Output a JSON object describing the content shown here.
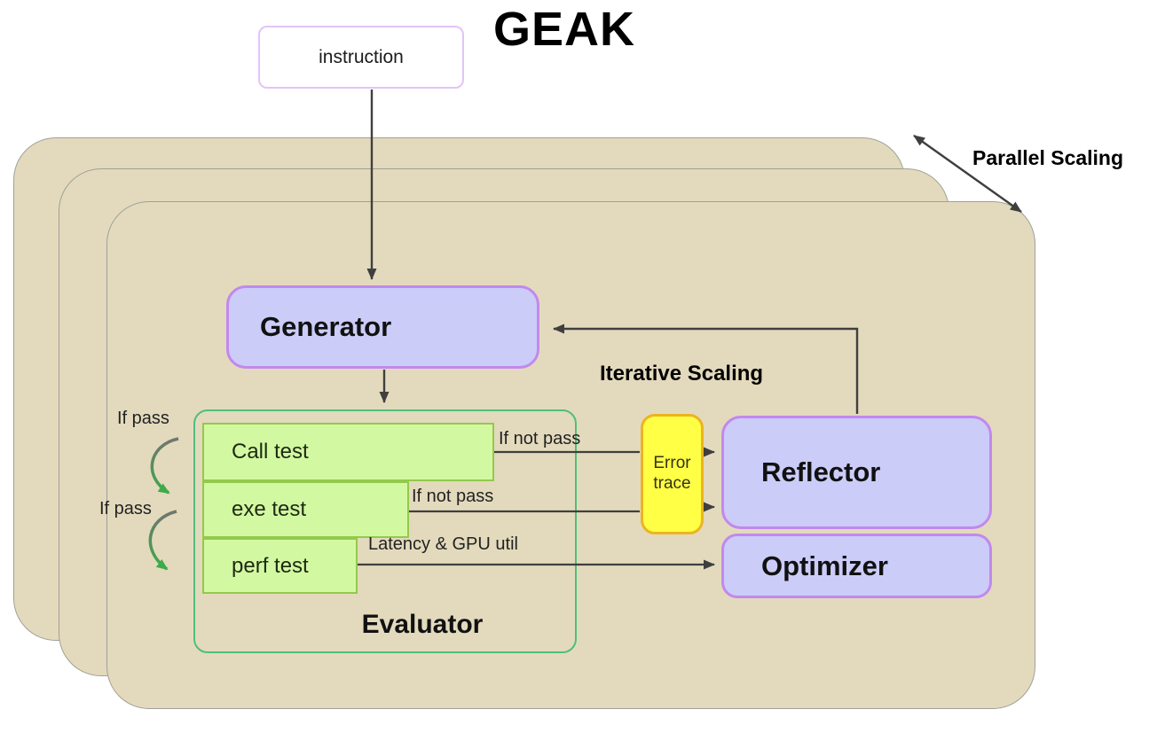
{
  "title": "GEAK",
  "instruction": {
    "label": "instruction"
  },
  "scaling": {
    "parallel": "Parallel Scaling",
    "iterative": "Iterative Scaling"
  },
  "generator": {
    "label": "Generator"
  },
  "evaluator": {
    "label": "Evaluator",
    "tests": [
      {
        "label": "Call test"
      },
      {
        "label": "exe test"
      },
      {
        "label": "perf test"
      }
    ]
  },
  "error_trace": {
    "label": "Error trace"
  },
  "reflector": {
    "label": "Reflector"
  },
  "optimizer": {
    "label": "Optimizer"
  },
  "edges": {
    "if_pass_1": "If pass",
    "if_pass_2": "If pass",
    "if_not_pass_call": "If not pass",
    "if_not_pass_exe": "If not pass",
    "perf_metrics": "Latency & GPU util"
  },
  "colors": {
    "panel_fill": "#e3dabd",
    "panel_border": "#a0a099",
    "module_fill": "#cbccf8",
    "module_border": "#c288ee",
    "instruction_border": "#e2c4f9",
    "test_fill": "#d3f8a2",
    "test_border": "#93c94d",
    "evaluator_border": "#4fbe7c",
    "error_fill": "#ffff45",
    "error_border": "#ecb41f",
    "arrow": "#3f3f3f",
    "pass_arrow": "#3cab4a"
  }
}
